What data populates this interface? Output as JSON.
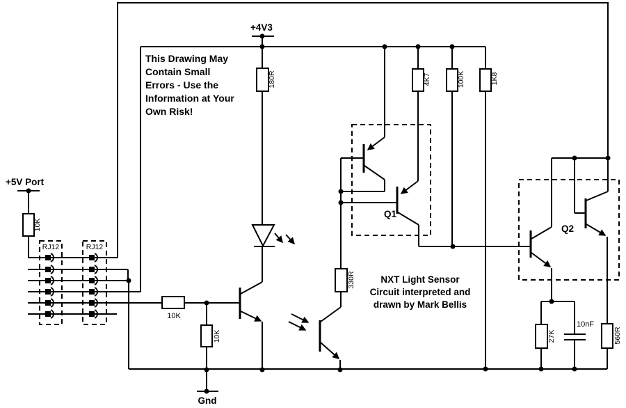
{
  "page": {
    "title": "NXT Light Sensor Circuit Schematic",
    "background": "#ffffff",
    "ink": "#000000"
  },
  "labels": {
    "supply_5v": "+5V Port",
    "supply_4v3": "+4V3",
    "ground": "Gnd",
    "q1": "Q1",
    "q2": "Q2",
    "connector_left": "RJ12",
    "connector_right": "RJ12",
    "capacitor": "10nF"
  },
  "resistors": {
    "pullup_5v": "10K",
    "led_series": "180R",
    "mirror_emitter": "4K7",
    "q2_base": "100K",
    "output_divider": "1K8",
    "sensor_base_series": "10K",
    "sensor_base_pulldown": "10K",
    "photo_collector": "330R",
    "q2_emitter": "27K",
    "output_emitter": "560R"
  },
  "warning": {
    "lines": [
      "This Drawing May",
      "Contain Small",
      "Errors - Use the",
      "Information at Your",
      "Own Risk!"
    ]
  },
  "attribution": {
    "lines": [
      "NXT Light Sensor",
      "Circuit interpreted and",
      "drawn by Mark Bellis"
    ]
  }
}
